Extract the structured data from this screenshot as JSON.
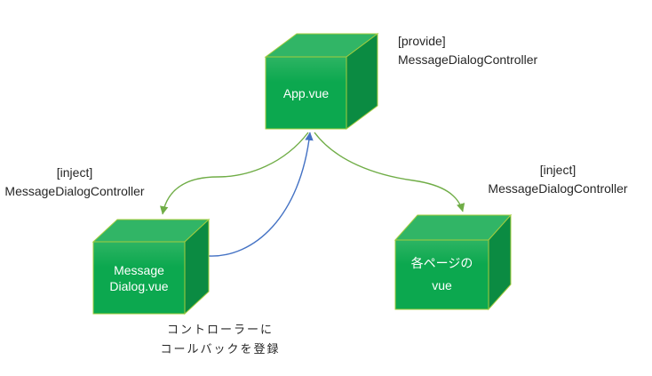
{
  "diagram": {
    "cubes": {
      "app": {
        "line1": "App.vue"
      },
      "message_dialog": {
        "line1": "Message",
        "line2": "Dialog.vue"
      },
      "pages": {
        "line1": "各ページの",
        "line2": "vue"
      }
    },
    "labels": {
      "provide": {
        "line1": "[provide]",
        "line2": "MessageDialogController"
      },
      "inject_left": {
        "line1": "[inject]",
        "line2": "MessageDialogController"
      },
      "inject_right": {
        "line1": "[inject]",
        "line2": "MessageDialogController"
      },
      "callback_note": {
        "line1": "コントローラーに",
        "line2": "コールバックを登録"
      }
    },
    "edges": [
      {
        "from": "App.vue",
        "to": "Message Dialog.vue",
        "color": "#70ad47"
      },
      {
        "from": "App.vue",
        "to": "各ページの vue",
        "color": "#70ad47"
      },
      {
        "from": "Message Dialog.vue",
        "to": "App.vue",
        "color": "#4472c4"
      }
    ],
    "colors": {
      "cube_front": "#0ca84f",
      "cube_front_light": "#2db463",
      "cube_top": "#31b566",
      "cube_side": "#0b8b42",
      "cube_edge": "#a4cc3e",
      "arrow_green": "#70ad47",
      "arrow_blue": "#4472c4",
      "label_text": "#262626",
      "cube_text": "#ffffff",
      "background": "#ffffff"
    }
  }
}
